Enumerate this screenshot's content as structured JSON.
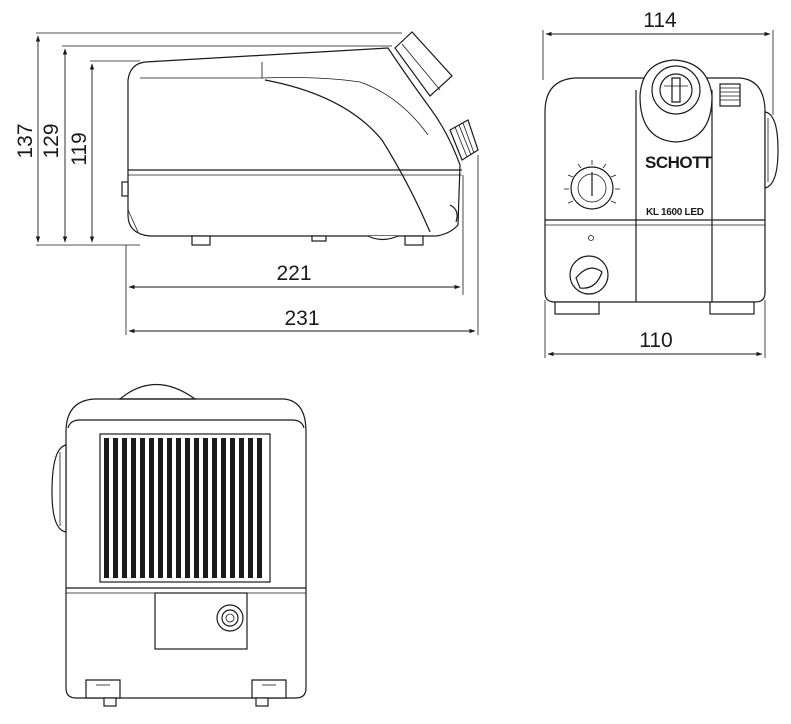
{
  "dimensions": {
    "side_height_total": "137",
    "side_height_mid": "129",
    "side_height_low": "119",
    "side_depth_short": "221",
    "side_depth_long": "231",
    "front_width_top": "114",
    "front_width_bottom": "110"
  },
  "front_label": {
    "brand": "SCHOTT",
    "model": "KL 1600 LED"
  },
  "colors": {
    "line": "#1a1a1a",
    "background": "#ffffff"
  }
}
